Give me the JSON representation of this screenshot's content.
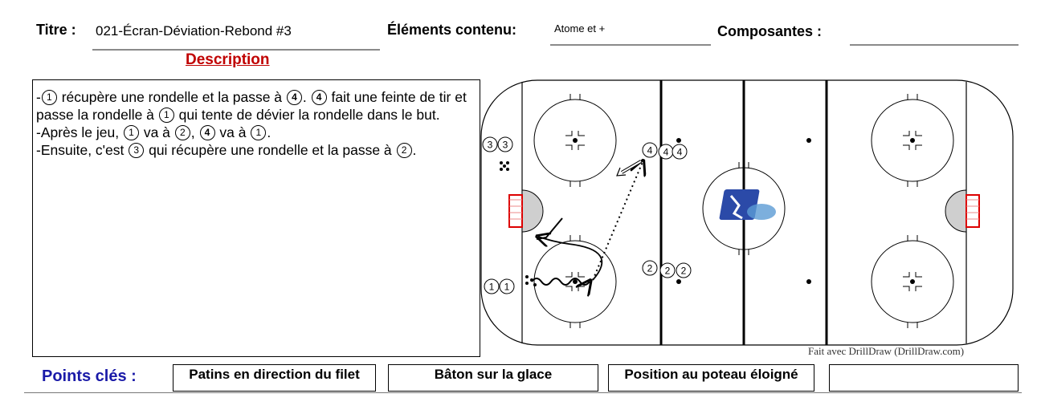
{
  "header": {
    "titre_label": "Titre :",
    "titre_value": "021-Écran-Déviation-Rebond #3",
    "elements_label": "Éléments contenu:",
    "elements_value": "Atome et +",
    "composantes_label": "Composantes :",
    "composantes_value": ""
  },
  "description": {
    "heading": "Description",
    "paragraphs": [
      [
        {
          "t": "-"
        },
        {
          "p": "1"
        },
        {
          "t": " récupère une rondelle et la passe à "
        },
        {
          "p": "4",
          "b": true
        },
        {
          "t": ".  "
        },
        {
          "p": "4",
          "b": true
        },
        {
          "t": " fait une feinte de tir et passe la rondelle à "
        },
        {
          "p": "1"
        },
        {
          "t": " qui tente de dévier la rondelle dans le but."
        }
      ],
      [
        {
          "t": "-Après le jeu, "
        },
        {
          "p": "1"
        },
        {
          "t": " va à "
        },
        {
          "p": "2"
        },
        {
          "t": ", "
        },
        {
          "p": "4",
          "b": true
        },
        {
          "t": " va à "
        },
        {
          "p": "1"
        },
        {
          "t": "."
        }
      ],
      [
        {
          "t": "-Ensuite, c'est "
        },
        {
          "p": "3"
        },
        {
          "t": " qui récupère une rondelle et la passe à "
        },
        {
          "p": "2"
        },
        {
          "t": "."
        }
      ]
    ]
  },
  "rink": {
    "players": [
      {
        "id": "r3a",
        "num": "3"
      },
      {
        "id": "r3b",
        "num": "3"
      },
      {
        "id": "r4a",
        "num": "4"
      },
      {
        "id": "r4b",
        "num": "4"
      },
      {
        "id": "r4c",
        "num": "4"
      },
      {
        "id": "r2a",
        "num": "2"
      },
      {
        "id": "r2b",
        "num": "2"
      },
      {
        "id": "r2c",
        "num": "2"
      },
      {
        "id": "r1a",
        "num": "1"
      },
      {
        "id": "r1b",
        "num": "1"
      }
    ],
    "credit": "Fait avec DrillDraw (DrillDraw.com)"
  },
  "key_points": {
    "label": "Points clés :",
    "boxes": [
      "Patins en direction du filet",
      "Bâton sur la glace",
      "Position au poteau éloigné",
      ""
    ]
  }
}
